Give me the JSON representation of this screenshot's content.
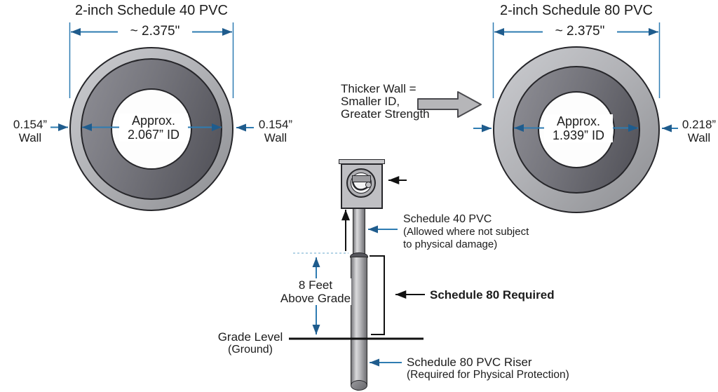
{
  "left_pipe": {
    "title": "2-inch Schedule 40 PVC",
    "od": "~ 2.375\"",
    "id_line1": "Approx.",
    "id_line2": "2.067” ID",
    "wall_left_value": "0.154”",
    "wall_left_unit": "Wall",
    "wall_right_value": "0.154”",
    "wall_right_unit": "Wall"
  },
  "right_pipe": {
    "title": "2-inch Schedule 80 PVC",
    "od": "~ 2.375\"",
    "id_line1": "Approx.",
    "id_line2": "1.939” ID",
    "wall_right_value": "0.218”",
    "wall_right_unit": "Wall"
  },
  "callout": {
    "line1": "Thicker Wall =",
    "line2": "Smaller ID,",
    "line3": "Greater Strength"
  },
  "installation": {
    "sched40_title": "Schedule 40 PVC",
    "sched40_note1": "(Allowed where not subject",
    "sched40_note2": "to physical damage)",
    "height_line1": "8 Feet",
    "height_line2": "Above Grade",
    "sched80_required": "Schedule 80 Required",
    "grade_line1": "Grade Level",
    "grade_line2": "(Ground)",
    "riser_title": "Schedule 80 PVC Riser",
    "riser_note": "(Required for Physical Protection)"
  },
  "colors": {
    "dimension_blue": "#2e7cb2",
    "arrowhead_blue": "#1f5c8d",
    "dashed_light_blue": "#9cc6de",
    "line_black": "#111111",
    "pipe_gray": "#b4b5b8"
  }
}
